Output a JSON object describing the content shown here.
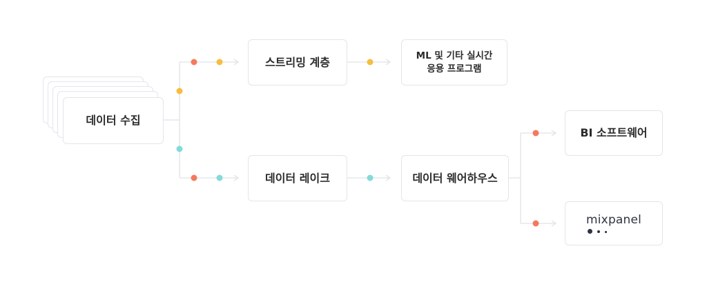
{
  "nodes": {
    "collect": "데이터 수집",
    "streaming": "스트리밍 계층",
    "ml_apps": [
      "ML 및 기타 실시간",
      "응용 프로그램"
    ],
    "data_lake": "데이터 레이크",
    "warehouse": "데이터 웨어하우스",
    "bi_software": "BI 소프트웨어",
    "mixpanel_logo": "mixpanel"
  },
  "colors": {
    "line": "#dfe2e7",
    "dot_red": "#f47a5c",
    "dot_yellow": "#f5be3f",
    "dot_teal": "#83dbd9",
    "box_border": "#e3e5ea",
    "text": "#2b2b2b"
  }
}
